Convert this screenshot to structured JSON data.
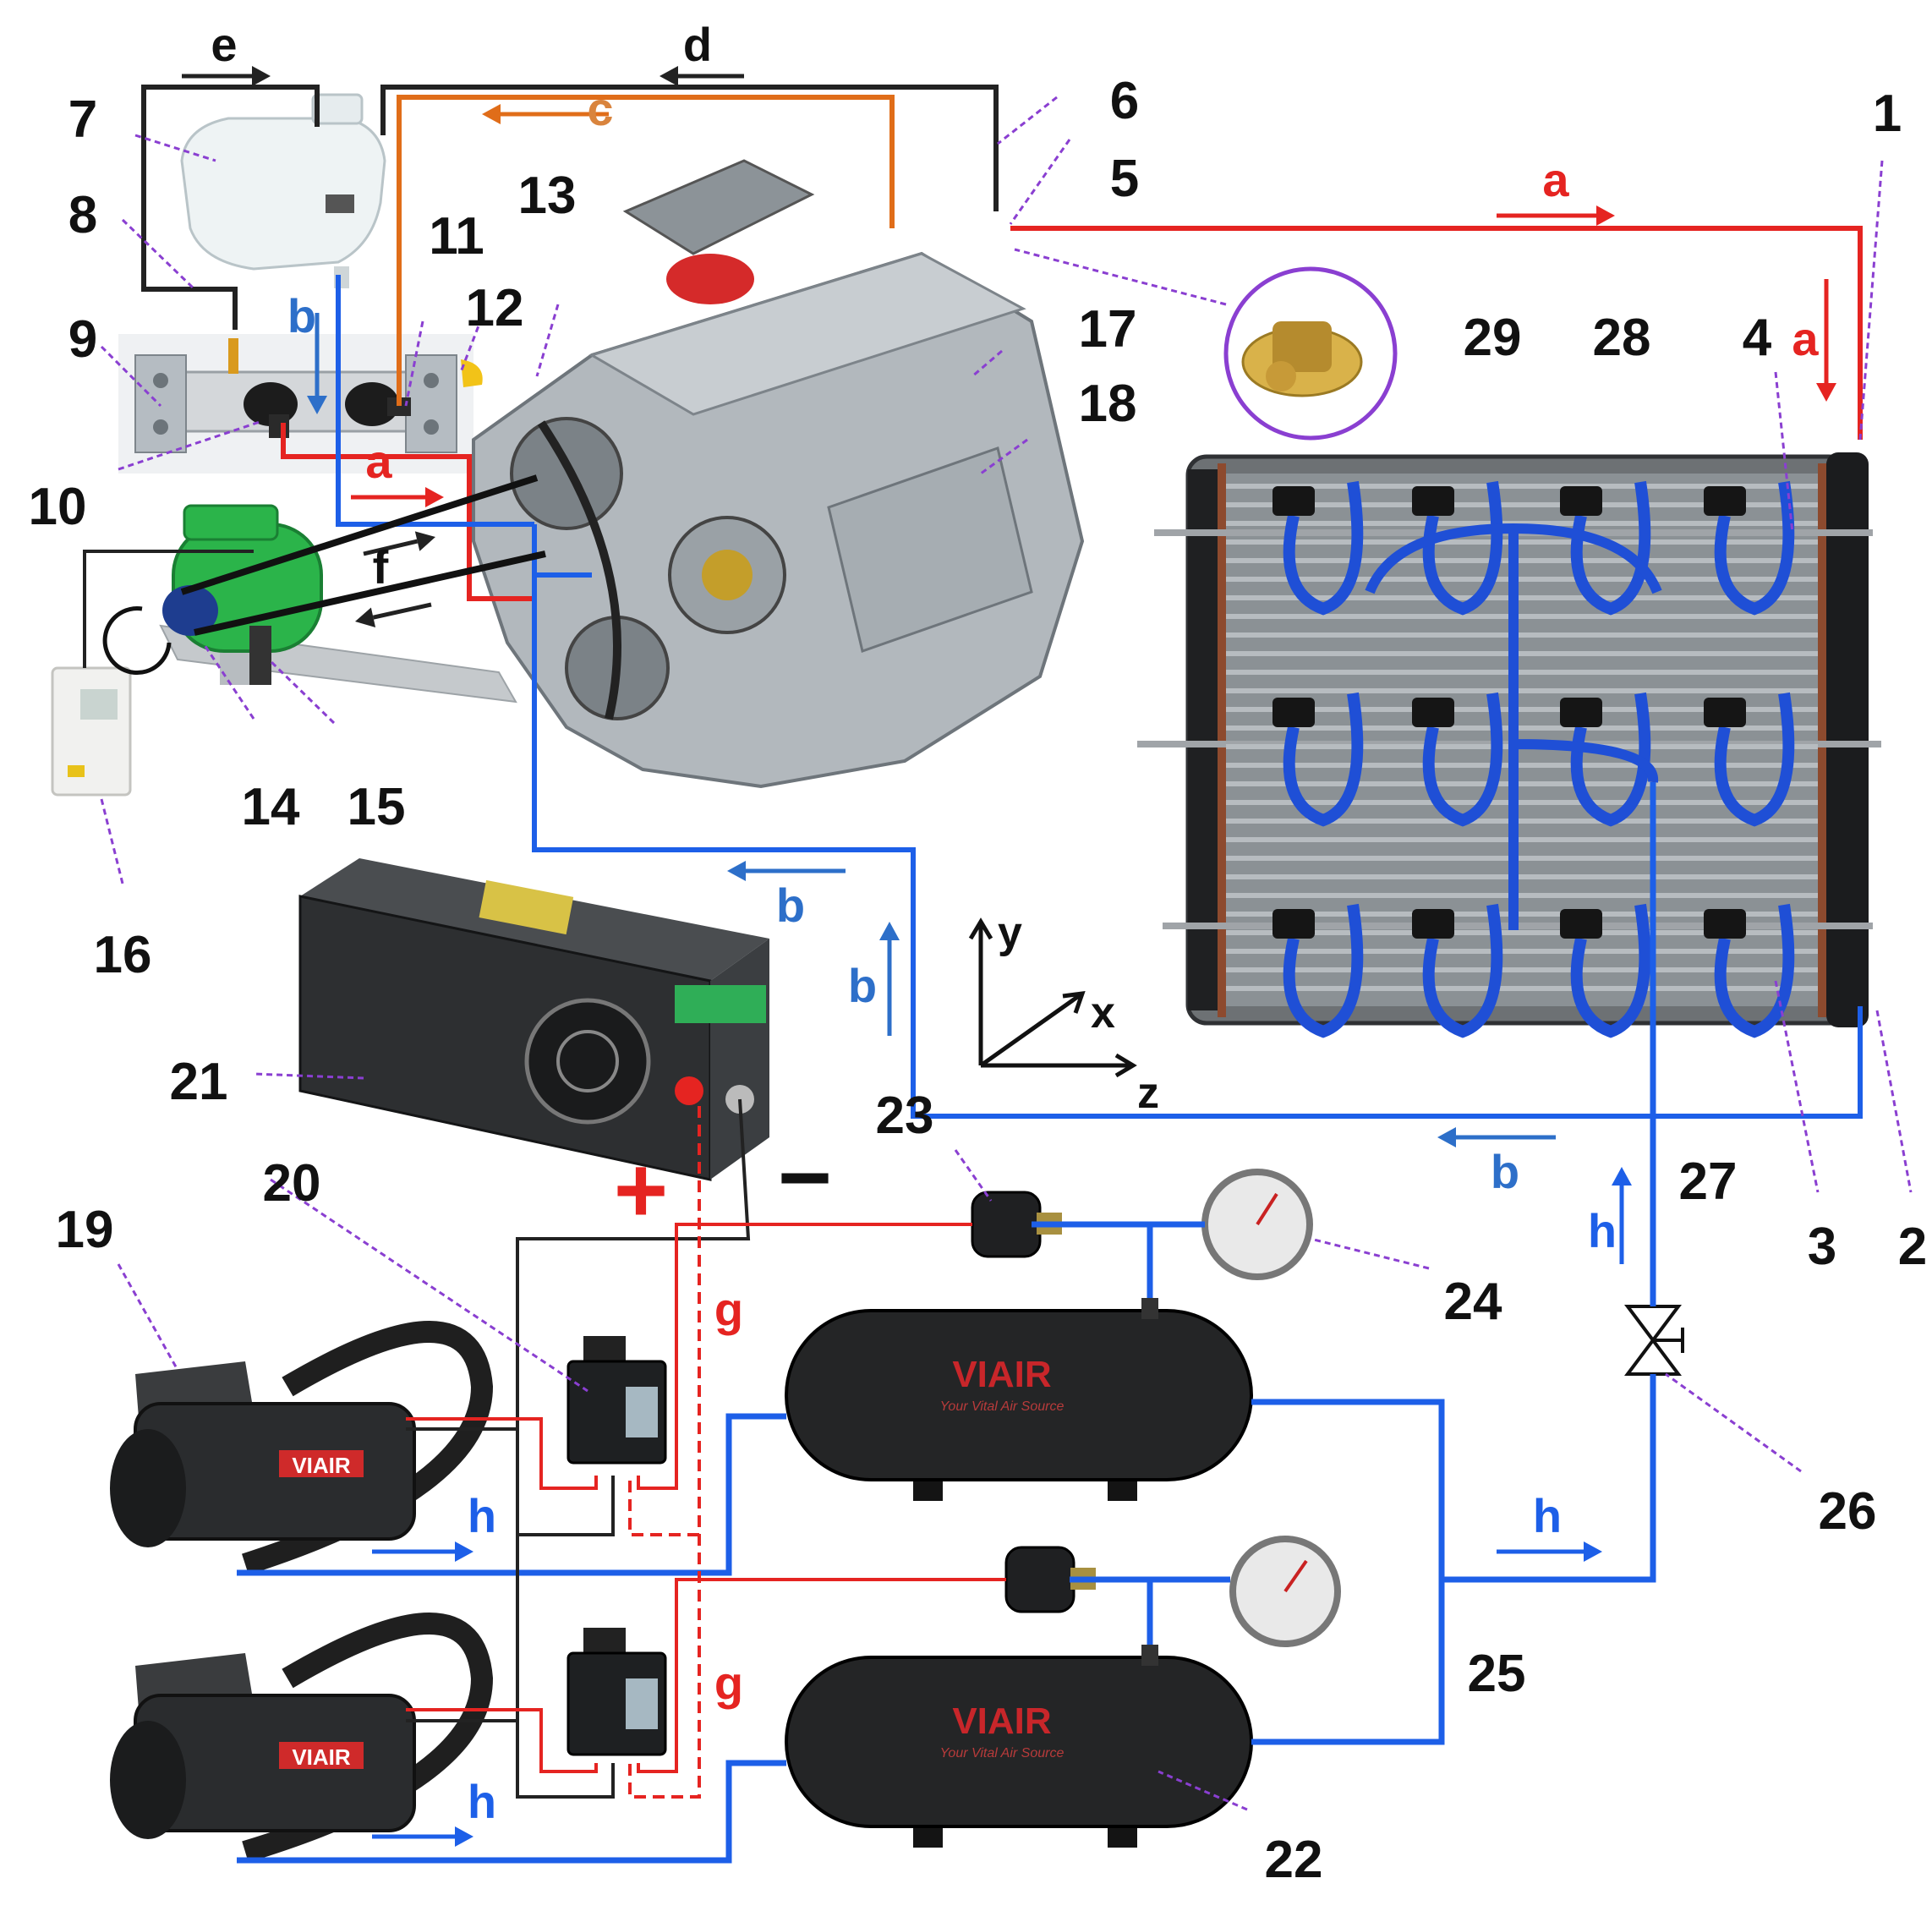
{
  "colors": {
    "hot_line": "#e52421",
    "cold_line": "#1d5fe8",
    "air_line": "#1d5fe8",
    "vent_line": "#222222",
    "drain_line": "#e06d19",
    "signal_wire": "#e52421",
    "ground_wire": "#222222",
    "leader": "#8a3fd1",
    "flow_b": "#2d6fc9"
  },
  "labels": {
    "n1": "1",
    "n2": "2",
    "n3": "3",
    "n4": "4",
    "n5": "5",
    "n6": "6",
    "n7": "7",
    "n8": "8",
    "n9": "9",
    "n10": "10",
    "n11": "11",
    "n12": "12",
    "n13": "13",
    "n14": "14",
    "n15": "15",
    "n16": "16",
    "n17": "17",
    "n18": "18",
    "n19": "19",
    "n20": "20",
    "n21": "21",
    "n22": "22",
    "n23": "23",
    "n24": "24",
    "n25": "25",
    "n26": "26",
    "n27": "27",
    "n28": "28",
    "n29": "29"
  },
  "flows": {
    "a": "a",
    "b": "b",
    "c": "c",
    "d": "d",
    "e": "e",
    "f": "f",
    "g": "g",
    "h": "h"
  },
  "axes": {
    "x": "x",
    "y": "y",
    "z": "z"
  },
  "terminals": {
    "plus": "+",
    "minus": "−"
  },
  "brand": {
    "tank": "VIAIR",
    "compressor": "VIAIR",
    "tagline": "Your Vital Air Source"
  }
}
